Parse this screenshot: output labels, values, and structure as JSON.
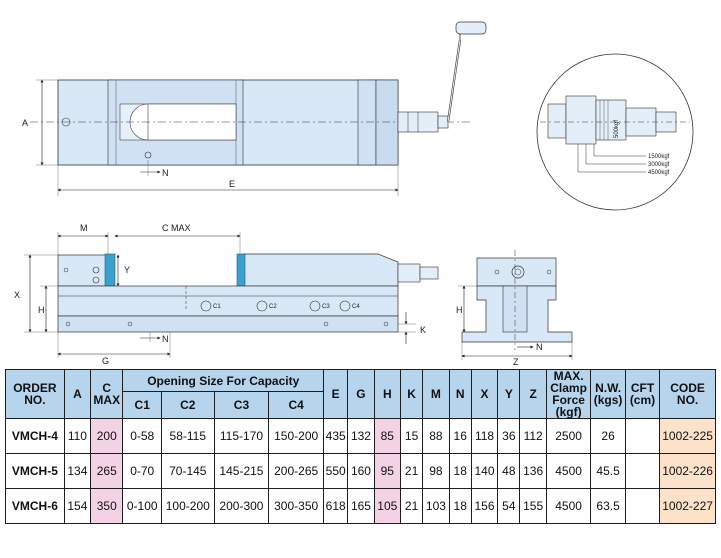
{
  "drawing": {
    "top_view": {
      "dims": [
        "A",
        "N",
        "E"
      ]
    },
    "detail_callout": {
      "scale_label": "500kgf",
      "force_settings": [
        "1500kgf",
        "3000kgf",
        "4500kgf"
      ]
    },
    "side_view": {
      "dims": [
        "M",
        "C  MAX",
        "Y",
        "X",
        "H",
        "G",
        "K",
        "N"
      ],
      "hole_labels": [
        "C1",
        "C2",
        "C3",
        "C4"
      ]
    },
    "end_view": {
      "dims": [
        "H",
        "N",
        "Z"
      ]
    }
  },
  "table": {
    "headers": {
      "order_no": "ORDER NO.",
      "a": "A",
      "c_max": "C MAX",
      "opening_group": "Opening Size For Capacity",
      "c1": "C1",
      "c2": "C2",
      "c3": "C3",
      "c4": "C4",
      "e": "E",
      "g": "G",
      "h": "H",
      "k": "K",
      "m": "M",
      "n": "N",
      "x": "X",
      "y": "Y",
      "z": "Z",
      "clamp_force": "MAX. Clamp Force (kgf)",
      "nw": "N.W. (kgs)",
      "cft": "CFT (cm)",
      "code_no": "CODE NO."
    },
    "rows": [
      {
        "model": "VMCH-4",
        "a": "110",
        "c_max": "200",
        "c1": "0-58",
        "c2": "58-115",
        "c3": "115-170",
        "c4": "150-200",
        "e": "435",
        "g": "132",
        "h": "85",
        "k": "15",
        "m": "88",
        "n": "16",
        "x": "118",
        "y": "36",
        "z": "112",
        "clamp_force": "2500",
        "nw": "26",
        "cft": "",
        "code": "1002-225"
      },
      {
        "model": "VMCH-5",
        "a": "134",
        "c_max": "265",
        "c1": "0-70",
        "c2": "70-145",
        "c3": "145-215",
        "c4": "200-265",
        "e": "550",
        "g": "160",
        "h": "95",
        "k": "21",
        "m": "98",
        "n": "18",
        "x": "140",
        "y": "48",
        "z": "136",
        "clamp_force": "4500",
        "nw": "45.5",
        "cft": "",
        "code": "1002-226"
      },
      {
        "model": "VMCH-6",
        "a": "154",
        "c_max": "350",
        "c1": "0-100",
        "c2": "100-200",
        "c3": "200-300",
        "c4": "300-350",
        "e": "618",
        "g": "165",
        "h": "105",
        "k": "21",
        "m": "103",
        "n": "18",
        "x": "156",
        "y": "54",
        "z": "155",
        "clamp_force": "4500",
        "nw": "63.5",
        "cft": "",
        "code": "1002-227"
      }
    ]
  },
  "colors": {
    "body": "#d8e8f6",
    "header": "#b6d4ec",
    "jaw": "#3aa0d0",
    "pink": "#f3d2e6",
    "code": "#fbe2c9"
  }
}
